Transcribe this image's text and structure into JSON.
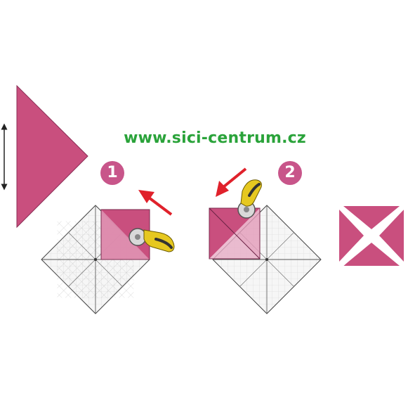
{
  "website": "www.sici-centrum.cz",
  "steps": [
    {
      "number": "1"
    },
    {
      "number": "2"
    }
  ],
  "colors": {
    "fabric": "#c94f7e",
    "fabric_light": "#e6a9c1",
    "accent_green": "#2aa33a",
    "badge": "#c8558a",
    "arrow_red": "#e0212b",
    "cutter_yellow": "#e6c820",
    "ruler_line": "#6d6d6d"
  },
  "icons": [
    "double-arrow-icon",
    "rotary-cutter-icon",
    "arrow-icon"
  ]
}
